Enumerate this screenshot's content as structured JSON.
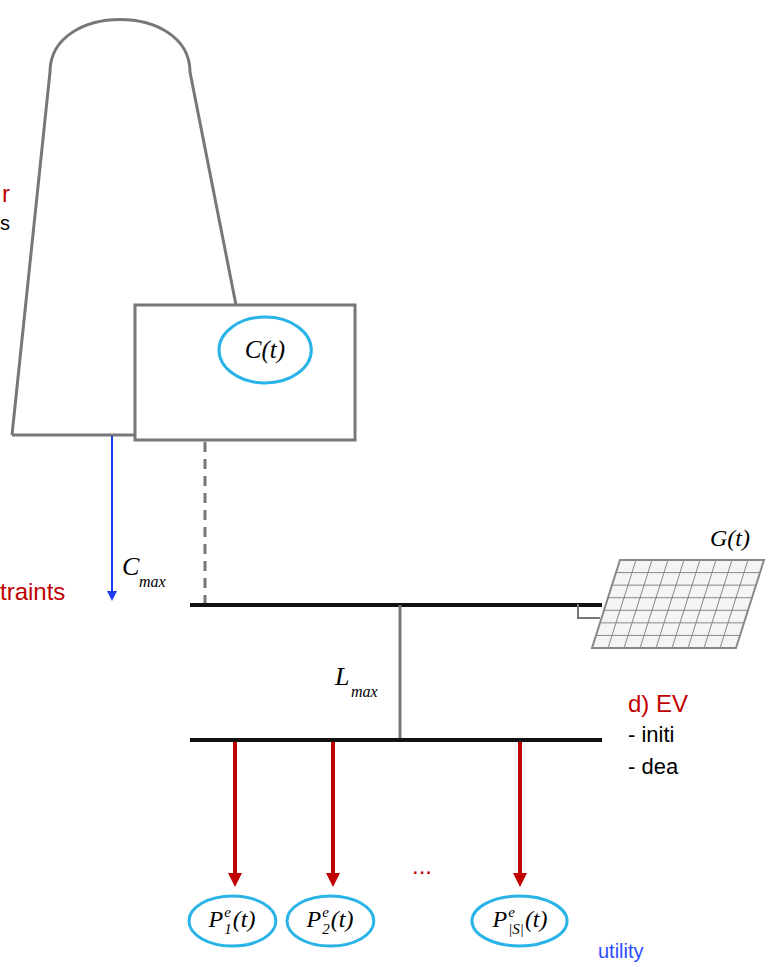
{
  "diagram": {
    "nodes": [
      {
        "text": [
          "C(t)"
        ]
      },
      {
        "text": [
          "G(t)"
        ]
      },
      {
        "text": [
          "P",
          "e",
          "1",
          "(t)"
        ]
      },
      {
        "text": [
          "P",
          "e",
          "2",
          "(t)"
        ]
      },
      {
        "text": [
          "P",
          "e",
          "|S|",
          "(t)"
        ]
      }
    ],
    "labels": [
      "r",
      "s",
      "C",
      "max",
      "traints",
      "L",
      "max",
      "d) EV",
      "- initi",
      "- dea",
      "...",
      "utility"
    ]
  }
}
